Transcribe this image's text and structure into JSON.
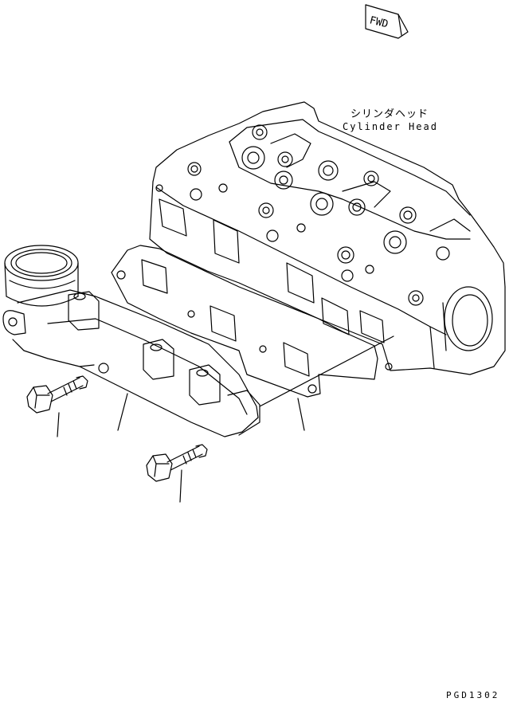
{
  "fwd": {
    "text": "FWD"
  },
  "labels": {
    "cylinder_head_jp": "シリンダヘッド",
    "cylinder_head_en": "Cylinder Head"
  },
  "drawing_code": "PGD1302",
  "colors": {
    "line": "#000000",
    "background": "#ffffff"
  }
}
